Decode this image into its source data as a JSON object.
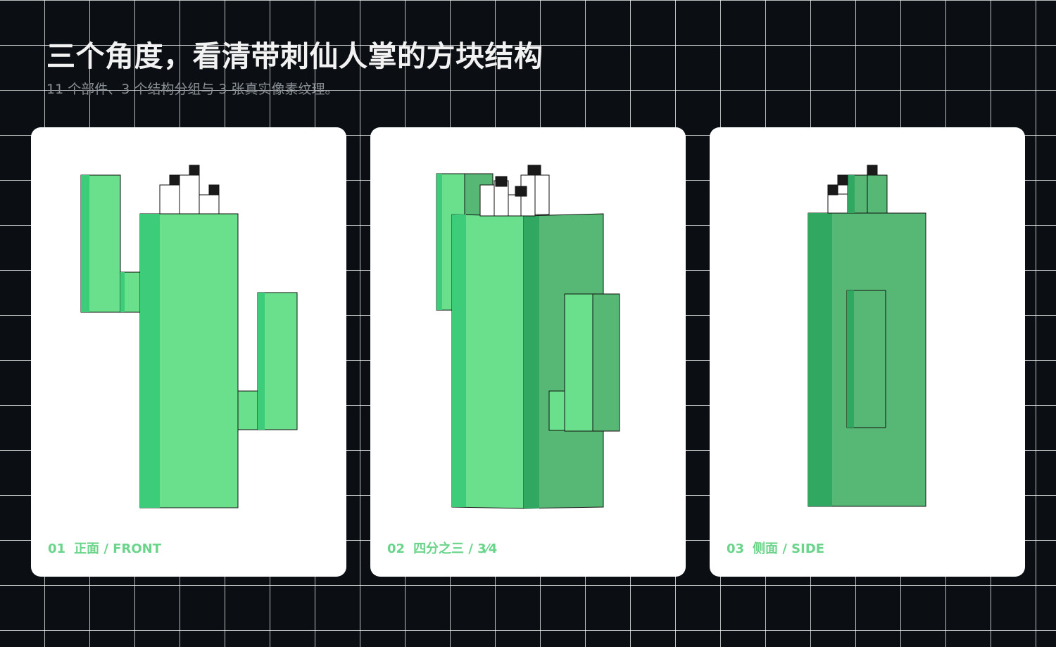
{
  "header": {
    "title": "三个角度，看清带刺仙人掌的方块结构",
    "subtitle": "11 个部件、3 个结构分组与 3 张真实像素纹理。"
  },
  "views": [
    {
      "number": "01",
      "label": "正面 / FRONT"
    },
    {
      "number": "02",
      "label": "四分之三 / 3⁄4"
    },
    {
      "number": "03",
      "label": "侧面 / SIDE"
    }
  ],
  "colors": {
    "background": "#0b0f14",
    "grid_line": "#ffffff",
    "card": "#ffffff",
    "label_accent": "#6ad48a",
    "cactus_light": "#6ae08c",
    "cactus_mid": "#3dcc7a",
    "cactus_side": "#56b874",
    "cactus_dark": "#30a862",
    "spine_dark": "#1a1a1a"
  }
}
